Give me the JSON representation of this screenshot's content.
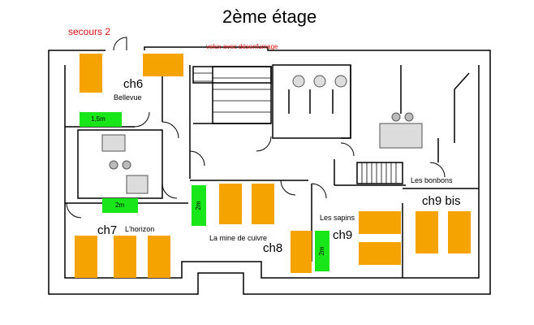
{
  "page": {
    "title": "2ème étage",
    "emergency_exit": "secours 2",
    "skylight_note": "velux avec désenfumage"
  },
  "rooms": {
    "ch6": {
      "code": "ch6",
      "name": "Bellevue",
      "dimension": "1,5m"
    },
    "ch7": {
      "code": "ch7",
      "name": "L'horizon",
      "dimension": "2m"
    },
    "ch8": {
      "code": "ch8",
      "name": "La mine de cuivre",
      "dimension": "2m"
    },
    "ch9": {
      "code": "ch9",
      "name": "Les sapins",
      "dimension": "2m"
    },
    "ch9bis": {
      "code": "ch9 bis",
      "name": "Les bonbons"
    }
  },
  "colors": {
    "bed": "#f5a300",
    "dimension_bar": "#19e619",
    "wall": "#000000",
    "fixture": "#c8c8c8",
    "note": "#e01010"
  }
}
